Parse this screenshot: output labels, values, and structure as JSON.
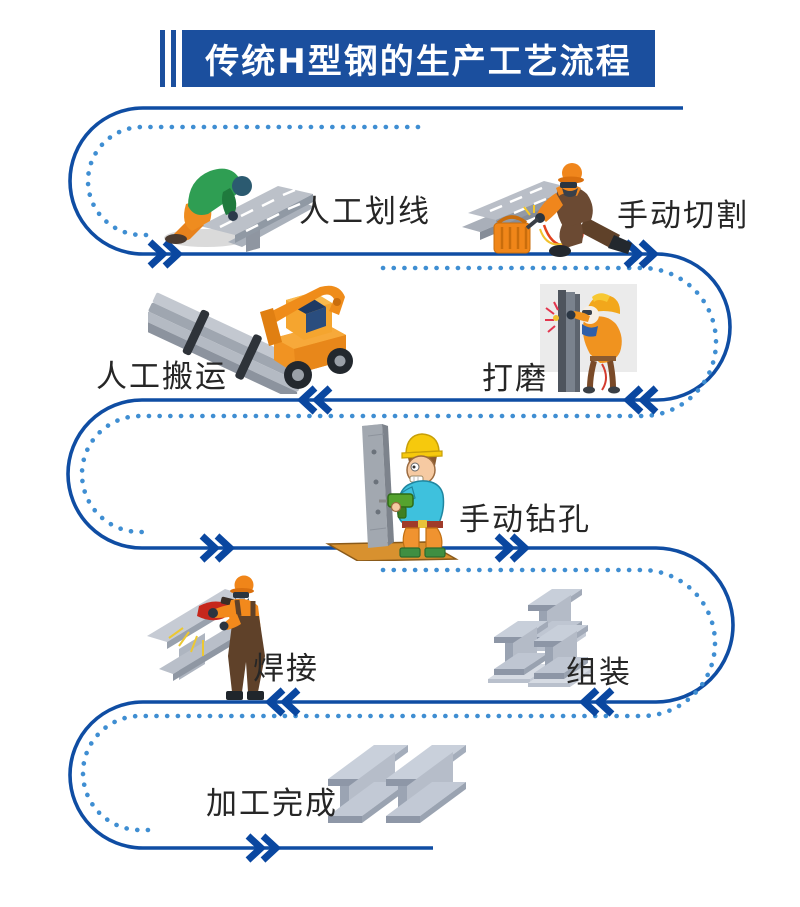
{
  "title": "传统H型钢的生产工艺流程",
  "steps": [
    {
      "id": "manual-marking",
      "label": "人工划线"
    },
    {
      "id": "manual-cutting",
      "label": "手动切割"
    },
    {
      "id": "grinding",
      "label": "打磨"
    },
    {
      "id": "manual-handling",
      "label": "人工搬运"
    },
    {
      "id": "manual-drilling",
      "label": "手动钻孔"
    },
    {
      "id": "assembly",
      "label": "组装"
    },
    {
      "id": "welding",
      "label": "焊接"
    },
    {
      "id": "finished",
      "label": "加工完成"
    }
  ],
  "colors": {
    "banner_blue": "#1b4f9e",
    "solid_line_blue": "#0f4da3",
    "dotted_line_blue": "#3f8ed2",
    "arrow_blue": "#0a47a0",
    "label_text": "#262626"
  }
}
